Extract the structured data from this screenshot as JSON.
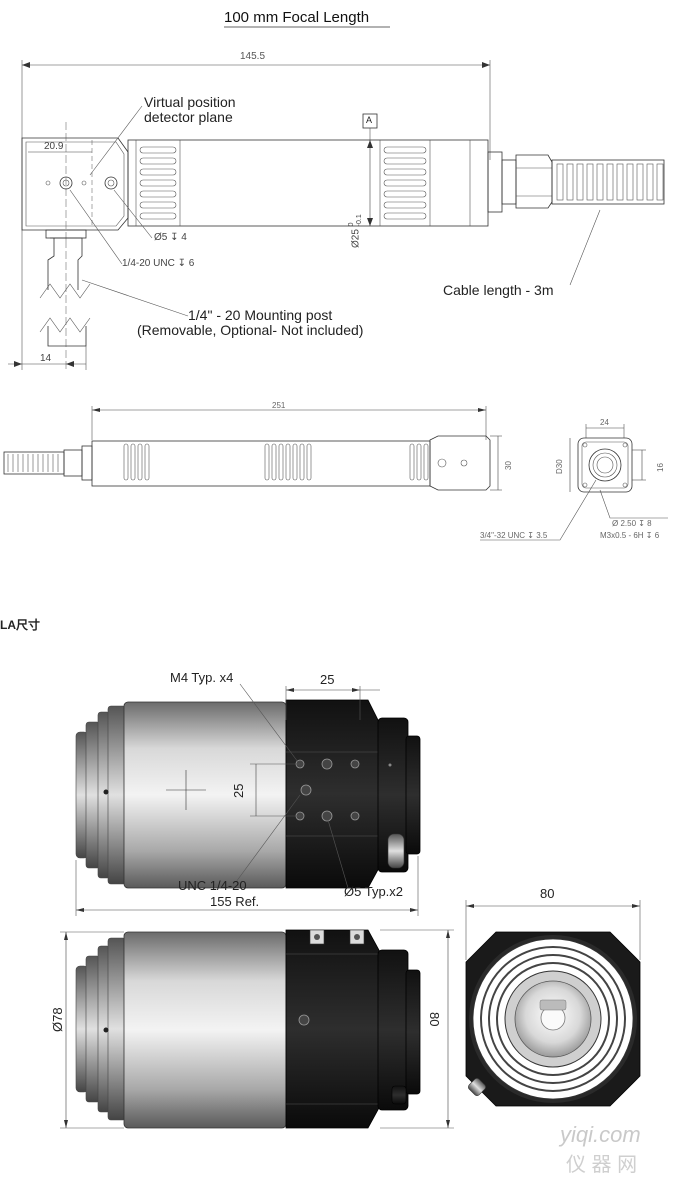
{
  "title": "100 mm Focal Length",
  "drawing1": {
    "overall_length": "145.5",
    "label_detector": [
      "Virtual position",
      "detector plane"
    ],
    "datum": "A",
    "dim_20_9": "20.9",
    "dim_hole": "Ø5 ↧ 4",
    "dim_unc": "1/4-20 UNC ↧ 6",
    "dim_dia_main": "Ø25",
    "dim_dia_tol_upper": "0",
    "dim_dia_tol_lower": "-0.1",
    "dim_14": "14",
    "cable_label": "Cable length - 3m",
    "post_label": [
      "1/4\" - 20 Mounting post",
      "(Removable, Optional- Not included)"
    ]
  },
  "drawing2": {
    "overall_length": "251",
    "height": "30",
    "end_width": "24",
    "end_d30": "D30",
    "end_16": "16",
    "thread_note": "3/4\"-32 UNC ↧ 3.5",
    "hole_note_1": "Ø 2.50 ↧ 8",
    "hole_note_2": "M3x0.5 - 6H ↧ 6"
  },
  "section_heading": "LA尺寸",
  "drawing3": {
    "m4": "M4 Typ. x4",
    "dim_25_h": "25",
    "dim_25_v": "25",
    "unc": "UNC 1/4-20",
    "hole": "Ø5 Typ.x2",
    "ref": "155 Ref.",
    "dia78": "Ø78",
    "dim80_side": "80",
    "dim80_end": "80"
  },
  "watermark": {
    "line1": "yiqi.com",
    "line2": "仪 器 网"
  }
}
